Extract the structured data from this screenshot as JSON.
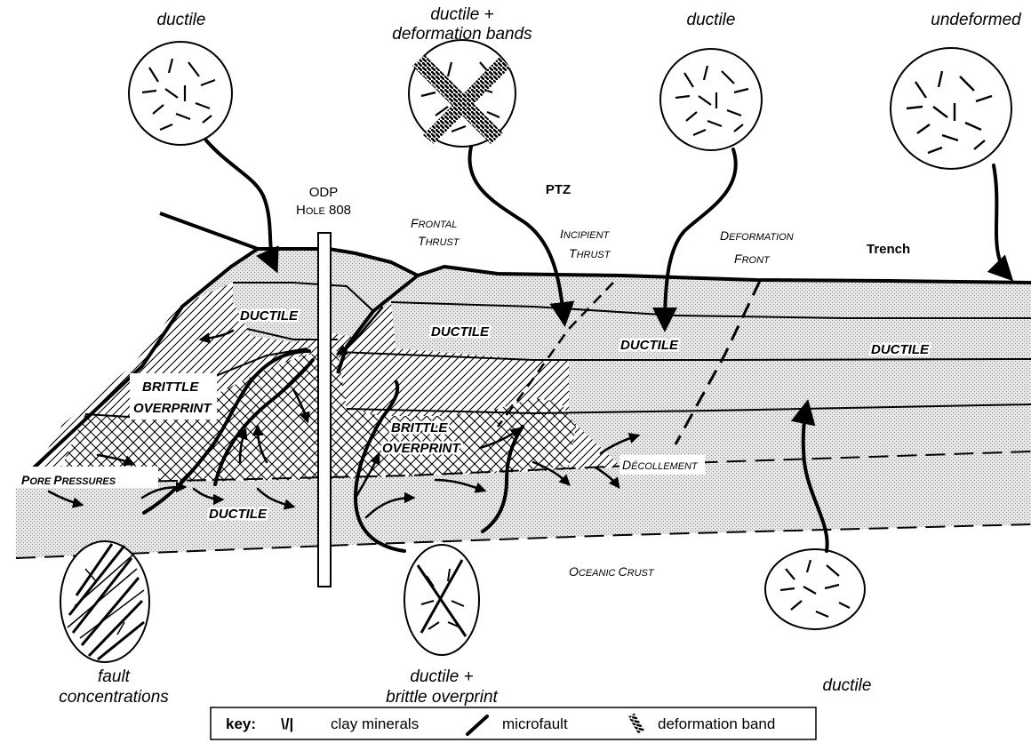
{
  "samples": {
    "top_left": "ductile",
    "top_middle_line1": "ductile +",
    "top_middle_line2": "deformation bands",
    "top_right_middle": "ductile",
    "top_right": "undeformed",
    "bottom_left_line1": "fault",
    "bottom_left_line2": "concentrations",
    "bottom_middle_line1": "ductile +",
    "bottom_middle_line2": "brittle overprint",
    "bottom_right": "ductile"
  },
  "labels": {
    "odp_line1": "ODP",
    "odp_line2_prefix": "H",
    "odp_line2_small": "OLE",
    "odp_line2_num": " 808",
    "ptz": "PTZ",
    "frontal_1_cap": "F",
    "frontal_1_rest": "RONTAL",
    "frontal_2_cap": "T",
    "frontal_2_rest": "HRUST",
    "incipient_1_cap": "I",
    "incipient_1_rest": "NCIPIENT",
    "incipient_2_cap": "T",
    "incipient_2_rest": "HRUST",
    "deformation_1_cap": "D",
    "deformation_1_rest": "EFORMATION",
    "deformation_2_cap": "F",
    "deformation_2_rest": "RONT",
    "trench": "Trench",
    "pore_1_cap": "P",
    "pore_1_rest": "ORE ",
    "pore_2_cap": "P",
    "pore_2_rest": "RESSURES",
    "decollement_cap": "D",
    "decollement_rest": "ÉCOLLEMENT",
    "oceanic_1_cap": "O",
    "oceanic_1_rest": "CEANIC ",
    "oceanic_2_cap": "C",
    "oceanic_2_rest": "RUST"
  },
  "zones": {
    "ductile": "DUCTILE",
    "brittle": "BRITTLE",
    "overprint": "OVERPRINT"
  },
  "key": {
    "title": "key:",
    "clay_symbol": "\\/|",
    "clay": "clay minerals",
    "microfault": "microfault",
    "deformation_band": "deformation band"
  }
}
